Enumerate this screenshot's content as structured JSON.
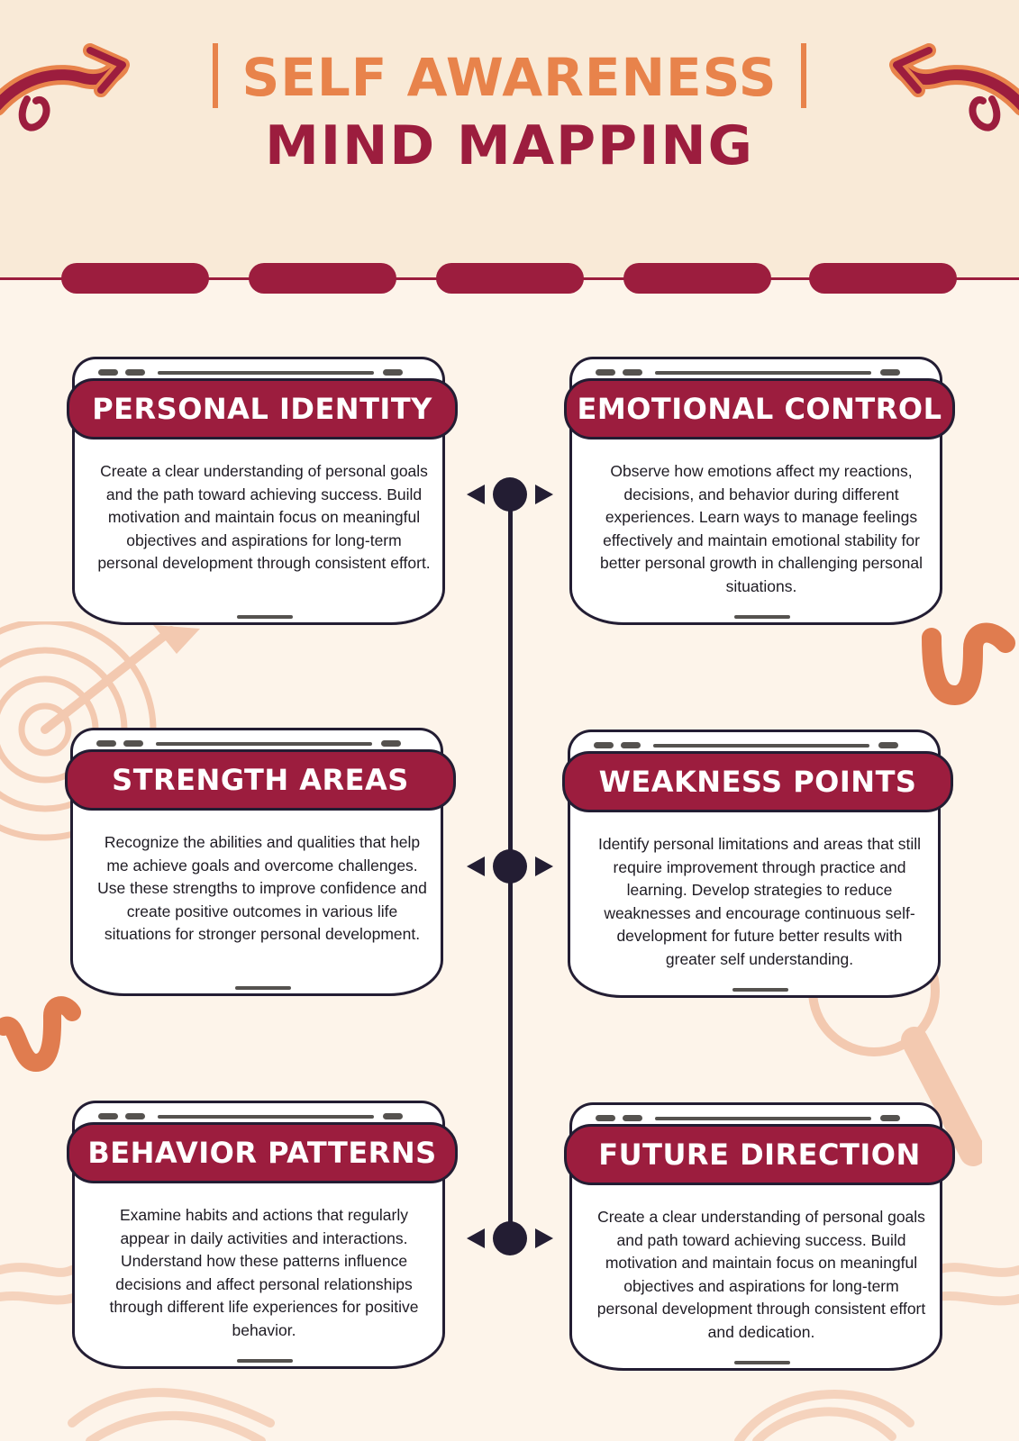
{
  "header": {
    "subtitle": "SELF AWARENESS",
    "title": "MIND MAPPING"
  },
  "colors": {
    "primary": "#9c1d3e",
    "accent": "#e8834b",
    "ink": "#231d33",
    "background": "#fdf4ea",
    "header_band": "#f9ead7"
  },
  "cards": [
    {
      "title": "PERSONAL IDENTITY",
      "text": "Create a clear understanding of personal goals and the path toward achieving success. Build motivation and maintain focus on meaningful objectives and aspirations for long-term personal development through consistent effort."
    },
    {
      "title": "EMOTIONAL CONTROL",
      "text": "Observe how emotions affect my reactions, decisions, and behavior during different experiences. Learn ways to manage feelings effectively and maintain emotional stability for better personal growth in challenging personal situations."
    },
    {
      "title": "STRENGTH AREAS",
      "text": "Recognize the abilities and qualities that help me achieve goals and overcome challenges. Use these strengths to improve confidence and create positive outcomes in various life situations for stronger personal development."
    },
    {
      "title": "WEAKNESS POINTS",
      "text": "Identify personal limitations and areas that still require improvement through practice and learning. Develop strategies to reduce weaknesses and encourage continuous self-development for future better results with greater self understanding."
    },
    {
      "title": "BEHAVIOR PATTERNS",
      "text": "Examine habits and actions that regularly appear in daily activities and interactions. Understand how these patterns influence decisions and affect personal relationships through different life experiences for positive behavior."
    },
    {
      "title": "FUTURE DIRECTION",
      "text": "Create a clear understanding of personal goals and path toward achieving success. Build motivation and maintain focus on meaningful objectives and aspirations for long-term personal development through consistent effort and dedication."
    }
  ],
  "icons": {
    "corner": "curly-arrow-icon",
    "target": "target-icon",
    "magnifier": "magnifier-icon",
    "squiggle": "squiggle-icon"
  }
}
